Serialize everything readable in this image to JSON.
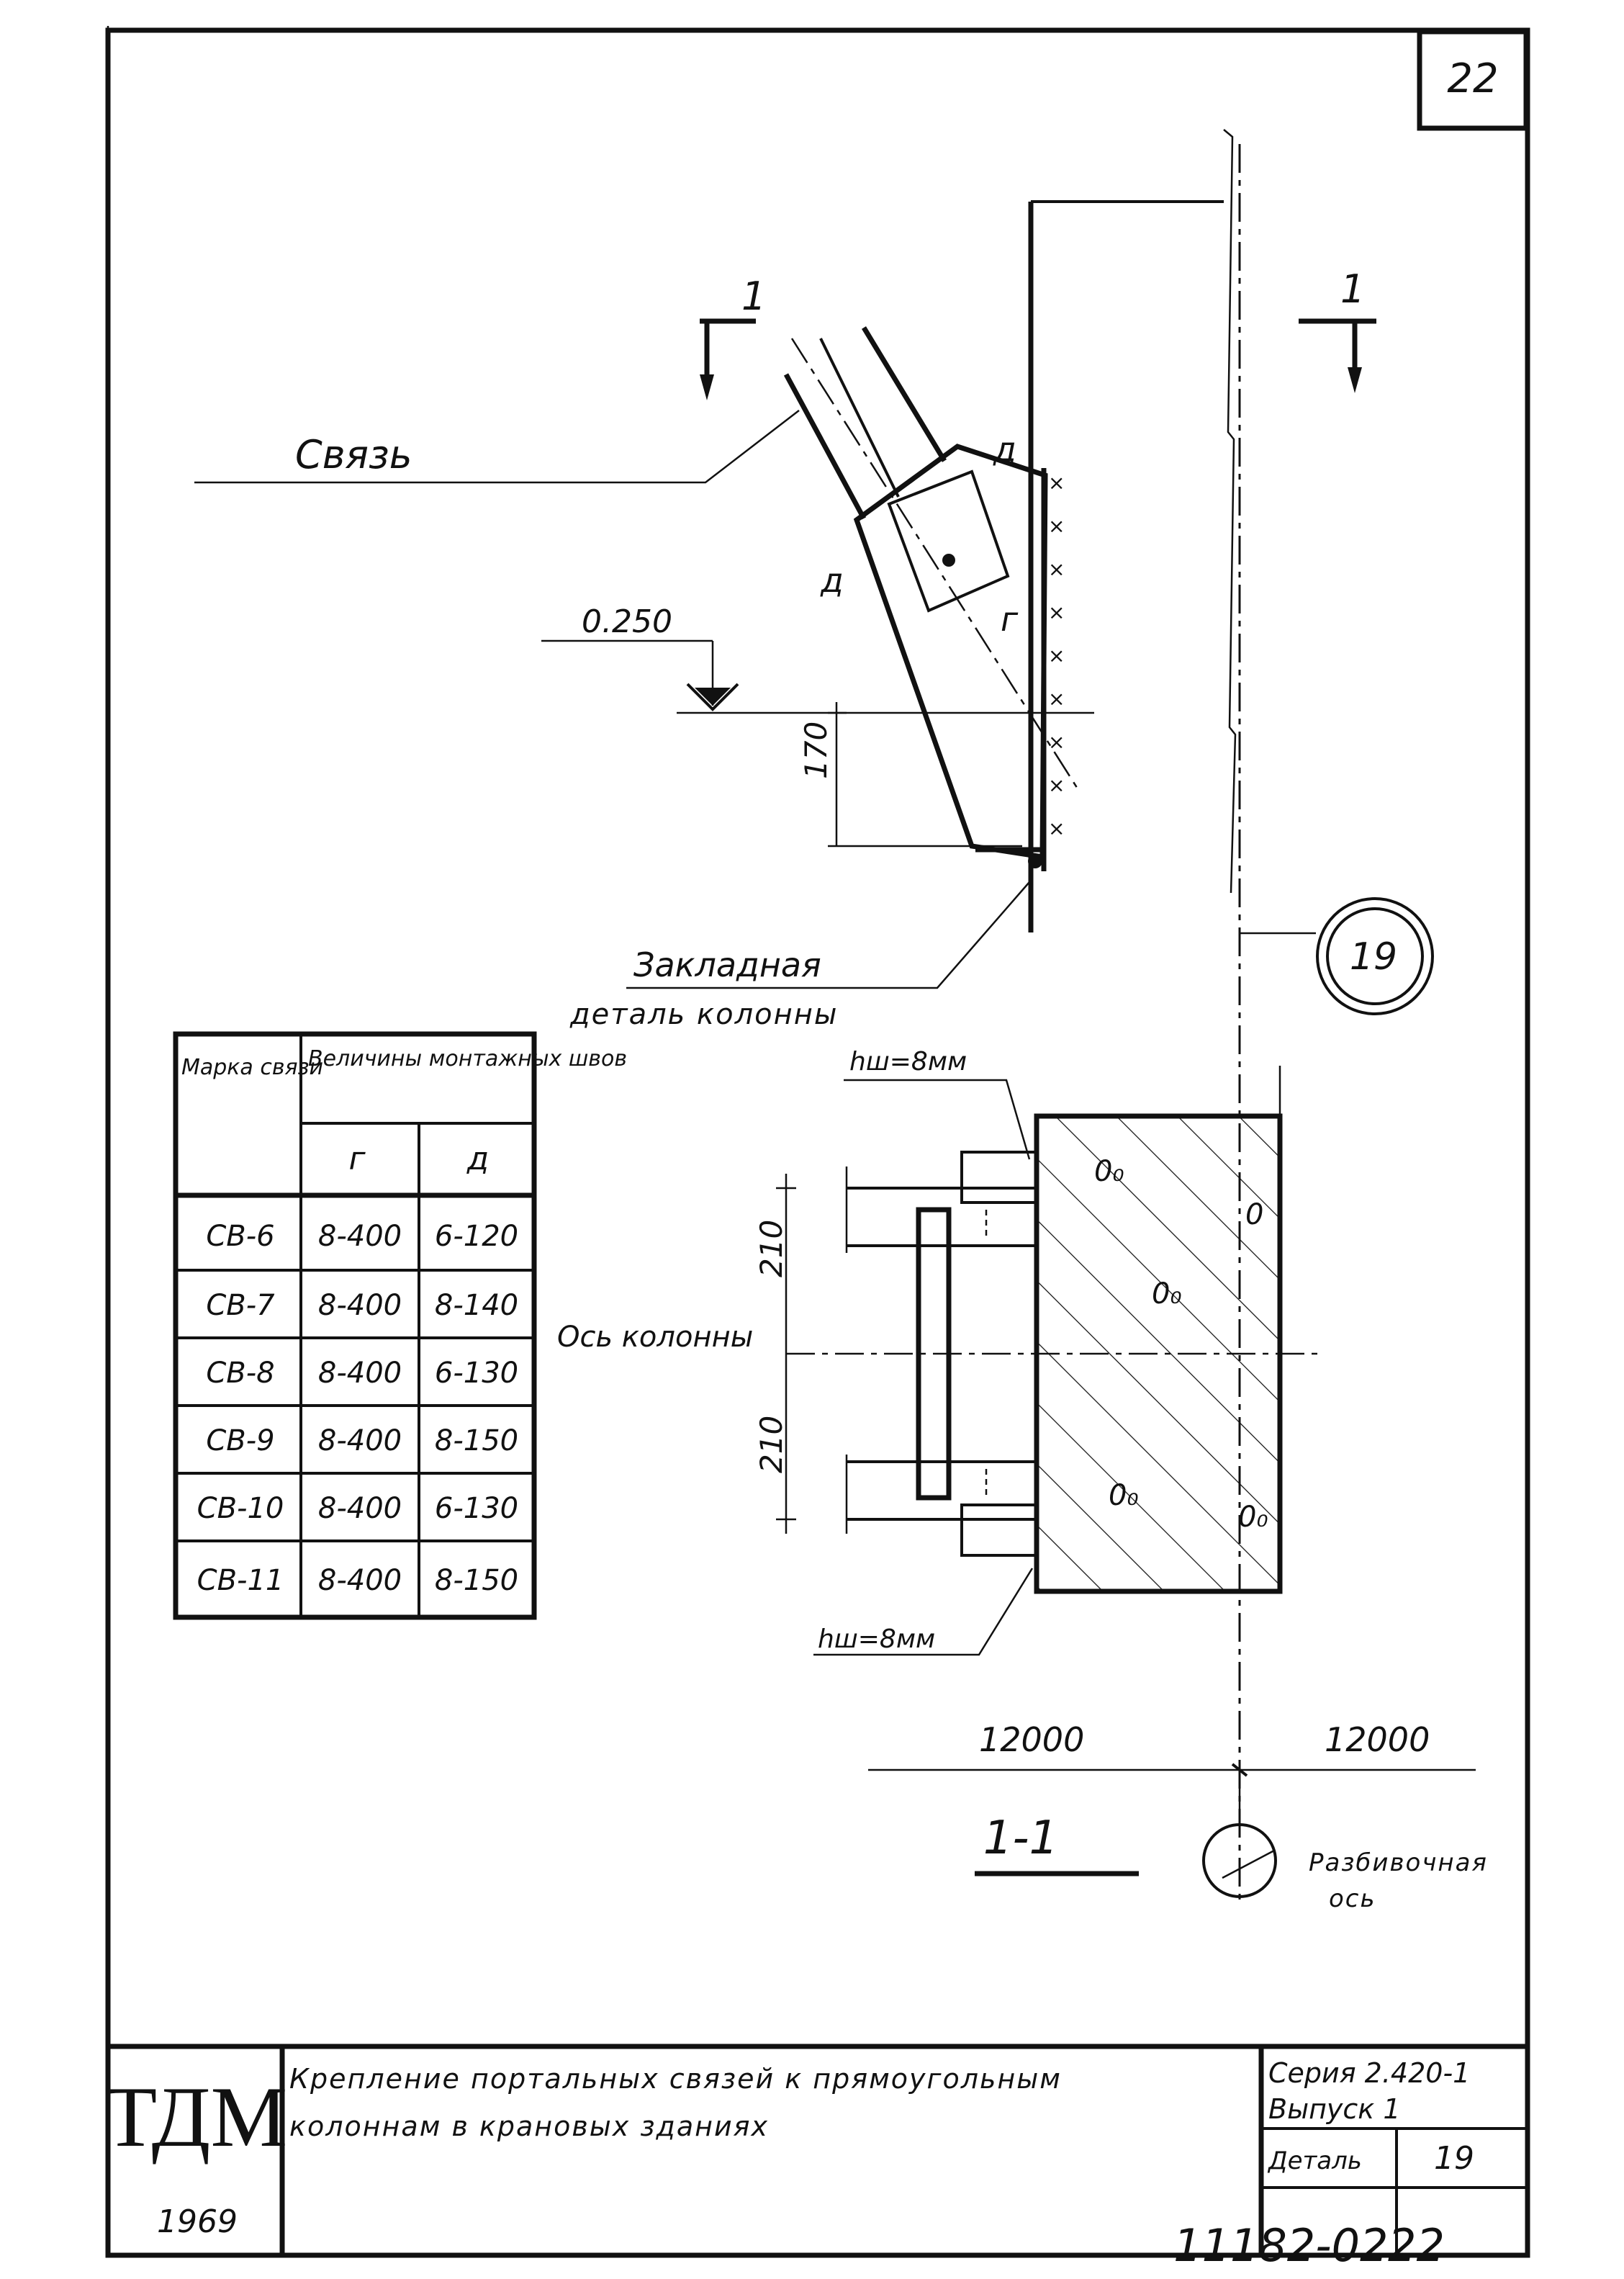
{
  "sheet_number": "22",
  "section_markers": {
    "left": "1",
    "right": "1"
  },
  "labels": {
    "brace": "Связь",
    "weld_d_top": "д",
    "weld_d_left": "д",
    "weld_g": "г",
    "elevation": "0.250",
    "dim_170": "170",
    "embedded_part_line1": "Закладная",
    "embedded_part_line2": "деталь колонны",
    "detail_callout": "19",
    "weld_height_top": "hш=8мм",
    "weld_height_bottom": "hш=8мм",
    "dim_210_top": "210",
    "dim_210_bottom": "210",
    "column_axis": "Ось колонны",
    "span_left": "12000",
    "span_right": "12000",
    "section_title": "1-1",
    "layout_axis_line1": "Разбивочная",
    "layout_axis_line2": "ось"
  },
  "weld_table": {
    "header_mark": "Марка связи",
    "header_sizes": "Величины монтажных швов",
    "col_g": "г",
    "col_d": "д",
    "rows": [
      {
        "mark": "СВ-6",
        "g": "8-400",
        "d": "6-120"
      },
      {
        "mark": "СВ-7",
        "g": "8-400",
        "d": "8-140"
      },
      {
        "mark": "СВ-8",
        "g": "8-400",
        "d": "6-130"
      },
      {
        "mark": "СВ-9",
        "g": "8-400",
        "d": "8-150"
      },
      {
        "mark": "СВ-10",
        "g": "8-400",
        "d": "6-130"
      },
      {
        "mark": "СВ-11",
        "g": "8-400",
        "d": "8-150"
      }
    ]
  },
  "title_block": {
    "logo": "ТДМ",
    "year": "1969",
    "title_line1": "Крепление портальных связей к прямоугольным",
    "title_line2": "колоннам в крановых зданиях",
    "series": "Серия 2.420-1",
    "issue": "Выпуск 1",
    "detail_label": "Деталь",
    "detail_number": "19"
  },
  "footer_code": "11182-02",
  "footer_page": "22"
}
